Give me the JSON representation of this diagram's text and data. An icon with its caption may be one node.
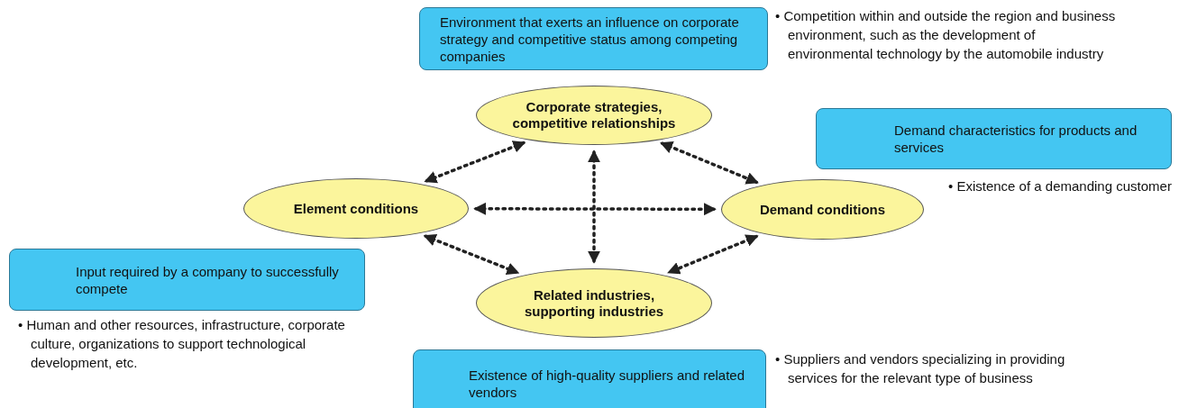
{
  "diagram": {
    "nodes": [
      {
        "text": [
          "Environment that exerts an influence on corporate strategy and competitive status among competing companies"
        ],
        "beside": [
          "• Competition within and outside the region and business environment, such as the development of environmental technology by the automobile industry"
        ]
      },
      {
        "text": [
          "Corporate strategies, competitive relationships"
        ]
      },
      {
        "text": [
          "Demand characteristics for products and services"
        ],
        "beside": [
          "• Existence of a demanding customer"
        ]
      },
      {
        "text": [
          "Element conditions"
        ]
      },
      {
        "text": [
          "Demand conditions"
        ]
      },
      {
        "text": [
          "Input required by a company to successfully compete"
        ],
        "beside": [
          "• Human and other resources, infrastructure, corporate culture, organizations to support technological development, etc."
        ]
      },
      {
        "text": [
          "Related industries, supporting industries"
        ]
      },
      {
        "text": [
          "Existence of high-quality suppliers and related vendors"
        ],
        "beside": [
          "• Suppliers and vendors specializing in providing services for the relevant type of business"
        ]
      }
    ],
    "edges": [
      {
        "from": 1,
        "to": 3,
        "arrow": "both"
      },
      {
        "from": 1,
        "to": 4,
        "arrow": "both"
      },
      {
        "from": 3,
        "to": 4,
        "arrow": "both"
      },
      {
        "from": 1,
        "to": 6,
        "arrow": "both"
      },
      {
        "from": 3,
        "to": 6,
        "arrow": "both"
      },
      {
        "from": 4,
        "to": 6,
        "arrow": "both"
      }
    ]
  }
}
